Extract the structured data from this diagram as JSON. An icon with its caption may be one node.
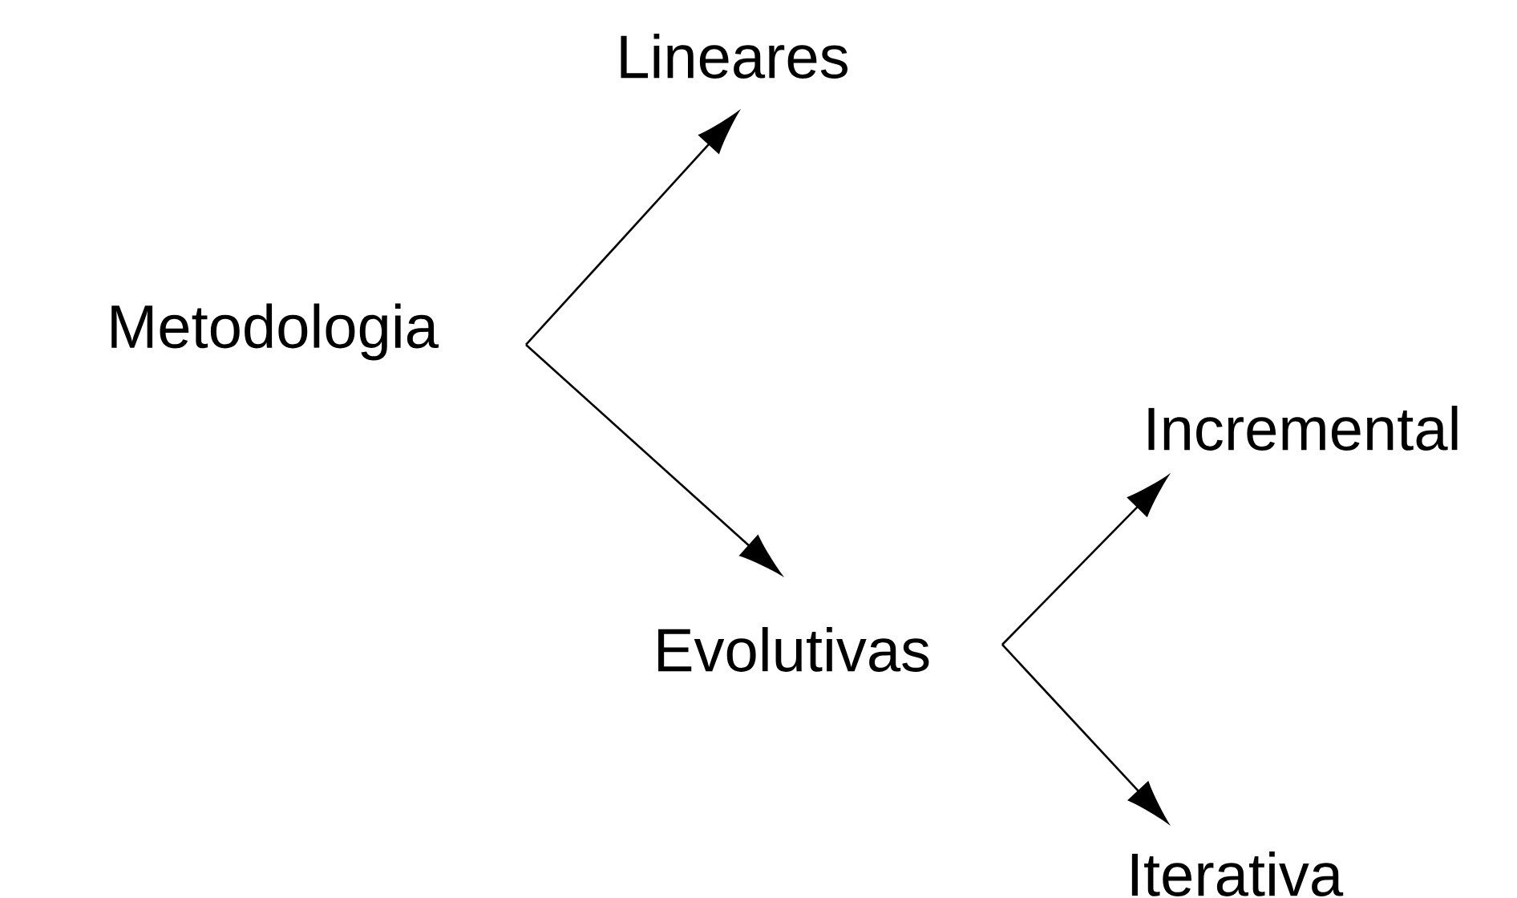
{
  "diagram": {
    "nodes": [
      {
        "text": [
          "Metodologia"
        ]
      },
      {
        "text": [
          "Lineares"
        ]
      },
      {
        "text": [
          "Evolutivas"
        ]
      },
      {
        "text": [
          "Incremental"
        ]
      },
      {
        "text": [
          "Iterativa"
        ]
      }
    ],
    "edges": [
      {
        "from": 0,
        "to": 1,
        "arrow": "to"
      },
      {
        "from": 0,
        "to": 2,
        "arrow": "to"
      },
      {
        "from": 2,
        "to": 3,
        "arrow": "to"
      },
      {
        "from": 2,
        "to": 4,
        "arrow": "to"
      }
    ]
  }
}
